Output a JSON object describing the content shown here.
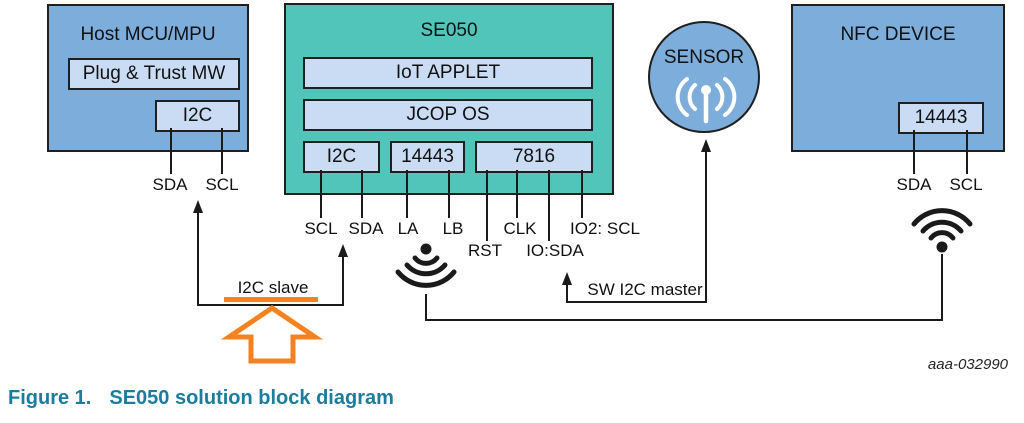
{
  "figure": {
    "caption_label": "Figure 1.",
    "caption_text": "SE050 solution block diagram",
    "watermark": "aaa-032990"
  },
  "host": {
    "title": "Host MCU/MPU",
    "middleware_label": "Plug & Trust  MW",
    "i2c_label": "I2C",
    "pins": [
      "SDA",
      "SCL"
    ]
  },
  "se050": {
    "title": "SE050",
    "applet_label": "IoT APPLET",
    "os_label": "JCOP OS",
    "interfaces": [
      "I2C",
      "14443",
      "7816"
    ],
    "pins_row1": [
      "SCL",
      "SDA",
      "LA",
      "LB",
      "CLK",
      "IO2: SCL"
    ],
    "pins_row2": [
      "RST",
      "IO:SDA"
    ]
  },
  "sensor": {
    "title": "SENSOR"
  },
  "nfc": {
    "title": "NFC DEVICE",
    "interface_label": "14443",
    "pins": [
      "SDA",
      "SCL"
    ]
  },
  "connections": {
    "i2c_slave_label": "I2C slave",
    "sw_i2c_master_label": "SW I2C master"
  },
  "icons": [
    "antenna-broadcast-icon",
    "wifi-down-icon",
    "wifi-up-icon",
    "block-up-arrow-icon"
  ],
  "colors": {
    "box_blue": "#7DADDB",
    "box_teal": "#52C5BB",
    "inner_blue": "#C9DCF3",
    "accent_orange": "#F6821F",
    "caption_teal": "#1B7C9E",
    "line_black": "#1a1a1a"
  }
}
